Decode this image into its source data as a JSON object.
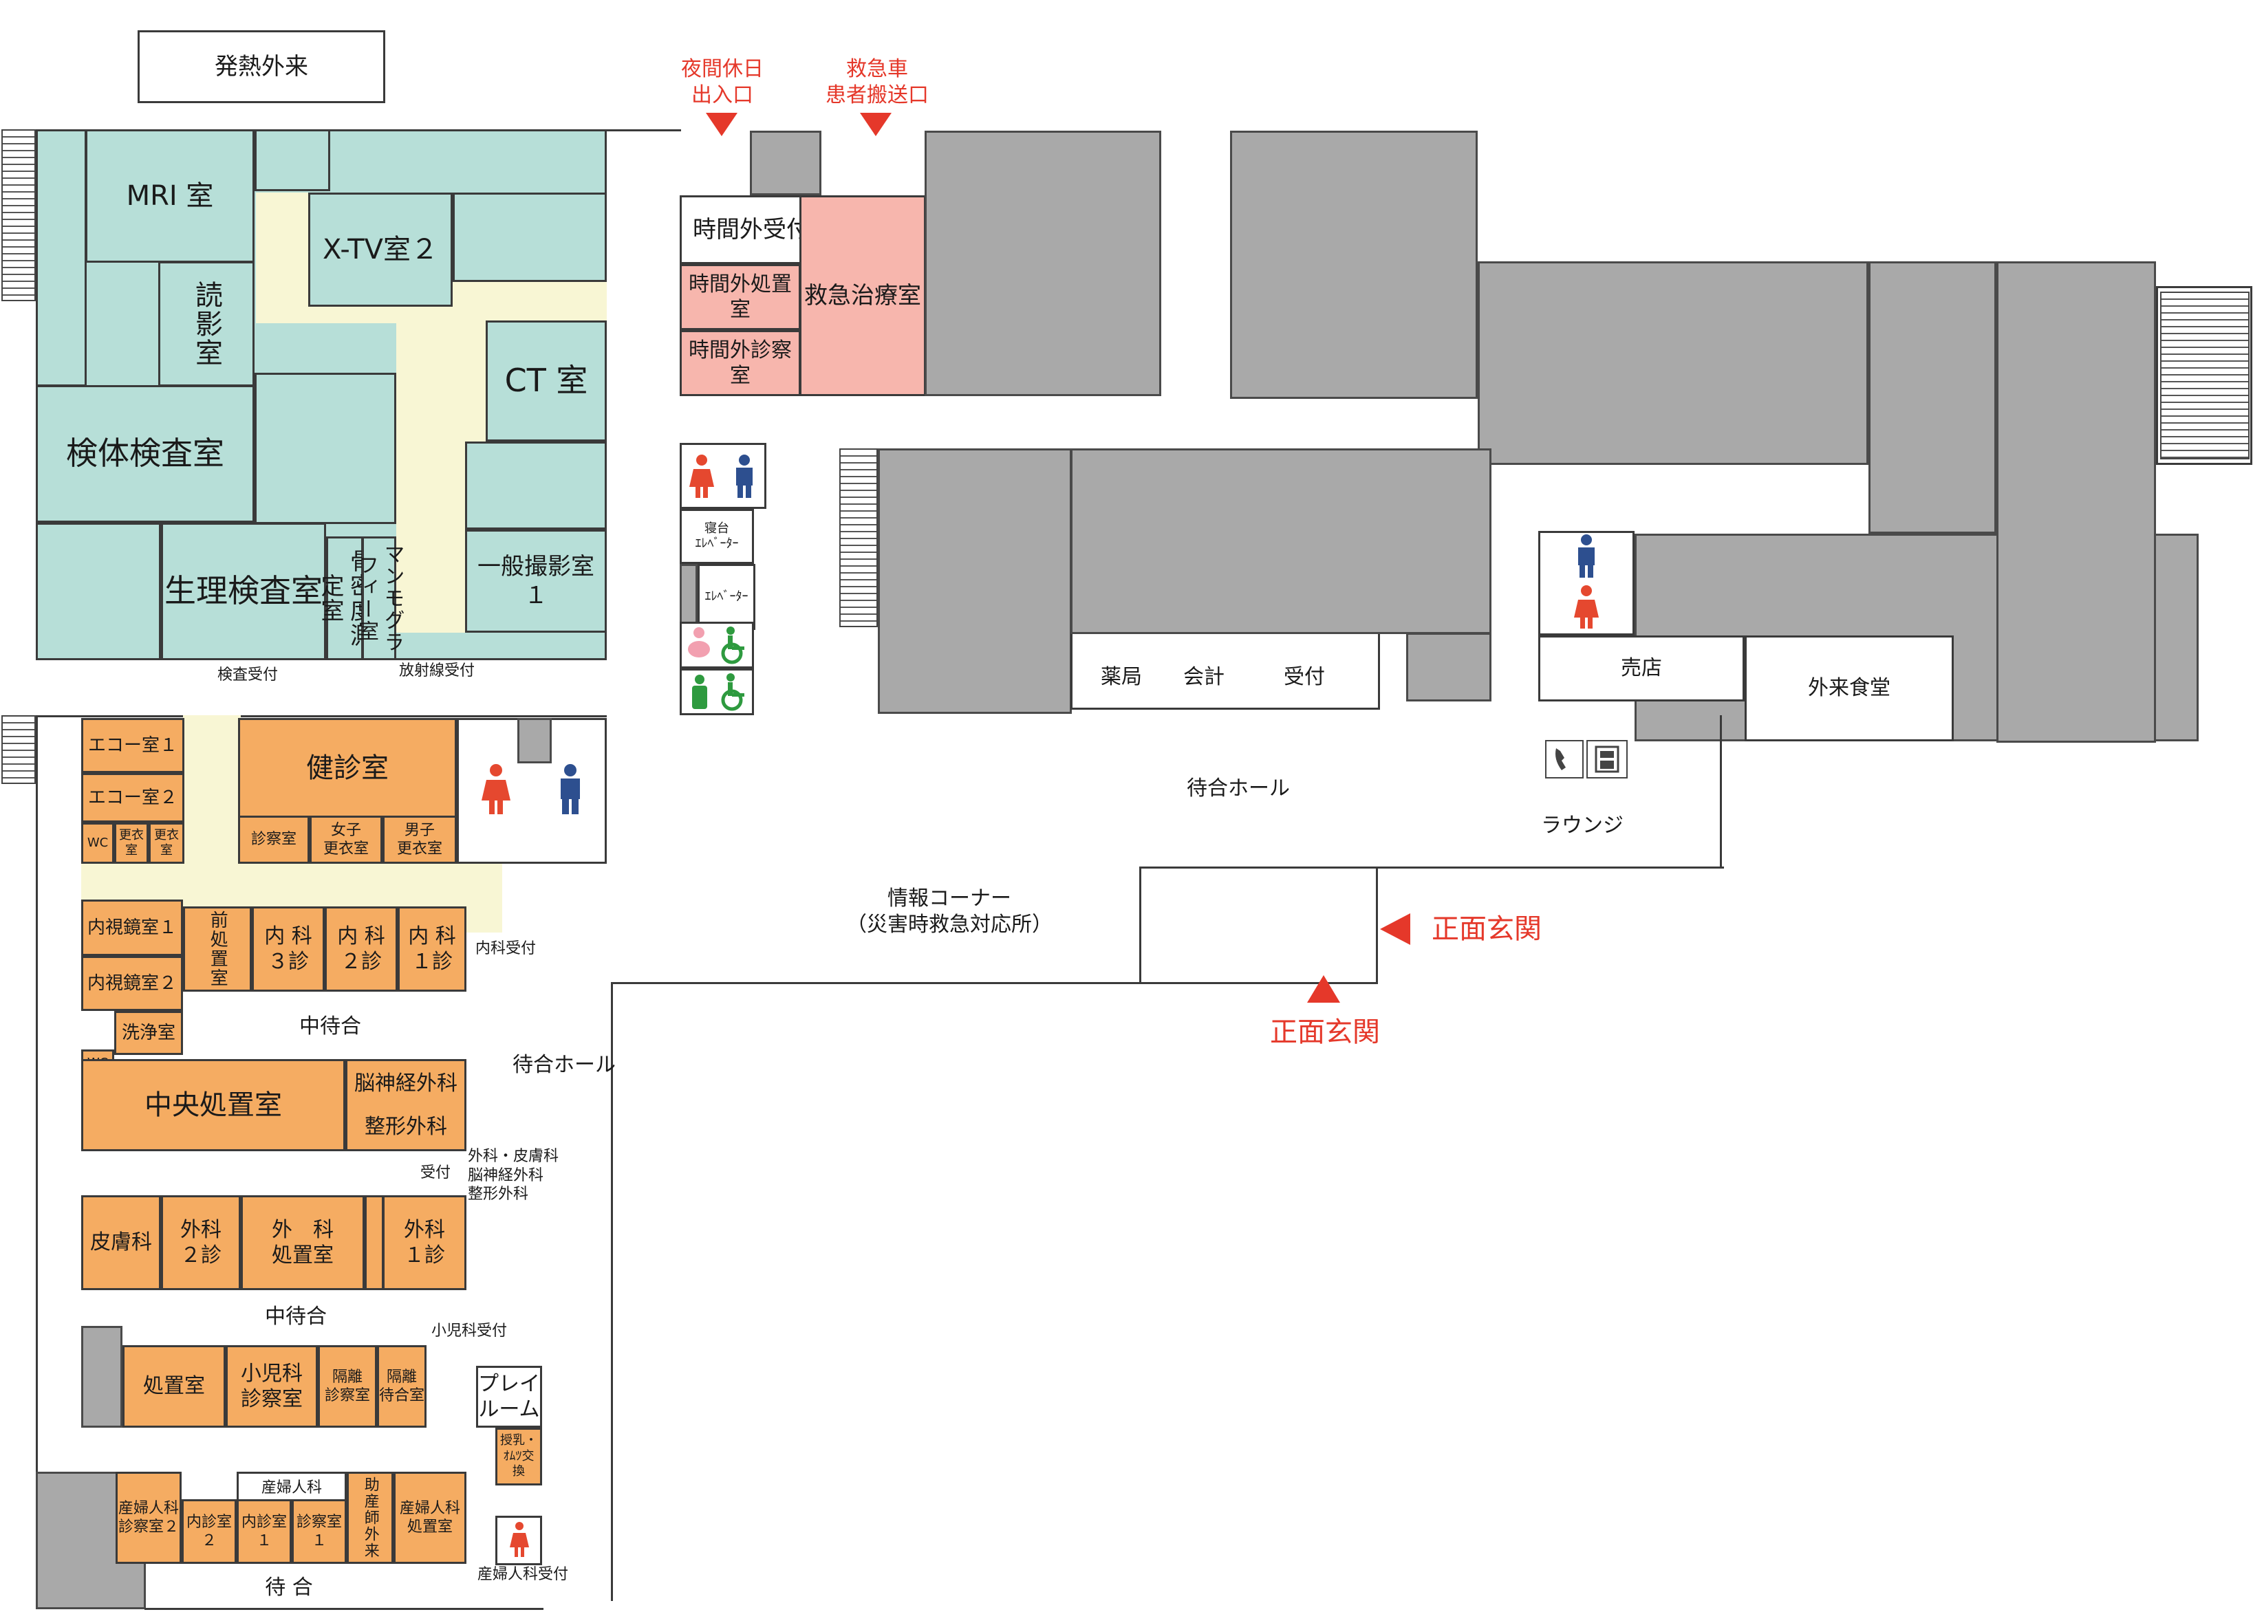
{
  "header": {
    "fever_outpatient": "発熱外来"
  },
  "entrances": {
    "night_holiday": "夜間休日\n出入口",
    "ambulance": "救急車\n患者搬送口",
    "main_right": "正面玄関",
    "main_bottom": "正面玄関"
  },
  "rooms": {
    "mri": "MRI 室",
    "reading": "読影室",
    "xtv2": "X-TV室２",
    "ct": "CT 室",
    "specimen": "検体検査室",
    "physio": "生理検査室",
    "bone": "骨密度測定室",
    "mammo": "マンモグラフィー室",
    "general_xray": "一般撮影室１",
    "exam_reception": "検査受付",
    "radiology_reception": "放射線受付",
    "after_hours_reception": "時間外受付",
    "after_hours_treatment": "時間外処置室",
    "after_hours_exam": "時間外診察室",
    "emergency": "救急治療室",
    "bed_elevator": "寝台\nｴﾚﾍﾞｰﾀｰ",
    "elevator": "ｴﾚﾍﾞｰﾀｰ",
    "pharmacy": "薬局",
    "cashier": "会計",
    "reception": "受付",
    "waiting_hall_main": "待合ホール",
    "shop": "売店",
    "cafeteria": "外来食堂",
    "lounge": "ラウンジ",
    "info_corner": "情報コーナー\n（災害時救急対応所）",
    "echo1": "エコー室１",
    "echo2": "エコー室２",
    "wc1": "WC",
    "changing_a": "更衣室",
    "changing_b": "更衣室",
    "health_check": "健診室",
    "exam_room": "診察室",
    "female_changing": "女子\n更衣室",
    "male_changing": "男子\n更衣室",
    "endoscopy1": "内視鏡室１",
    "endoscopy2": "内視鏡室２",
    "washing": "洗浄室",
    "wc2": "WC",
    "pre_treatment": "前処置室",
    "internal3": "内 科\n３診",
    "internal2": "内 科\n２診",
    "internal1": "内 科\n１診",
    "internal_reception": "内科受付",
    "inner_waiting1": "中待合",
    "waiting_hall_left": "待合ホール",
    "central_treatment": "中央処置室",
    "neurosurgery": "脳神経外科",
    "orthopedics": "整形外科",
    "surg_reception_label": "受付",
    "surg_reception_depts": "外科・皮膚科\n脳神経外科\n整形外科",
    "dermatology": "皮膚科",
    "surgery2": "外科\n２診",
    "surgery_treatment": "外　科\n処置室",
    "surgery1": "外科\n１診",
    "inner_waiting2": "中待合",
    "pediatric_reception": "小児科受付",
    "treatment": "処置室",
    "pediatric_exam": "小児科\n診察室",
    "isolation_exam": "隔離\n診察室",
    "isolation_waiting": "隔離\n待合室",
    "playroom": "プレイ\nルーム",
    "nursing": "授乳・\nｵﾑﾂ交換",
    "obgyn_exam2": "産婦人科\n診察室２",
    "inner_exam2": "内診室２",
    "inner_exam1": "内診室１",
    "obgyn_exam1": "診察室１",
    "obgyn_header": "産婦人科",
    "midwife": "助産師外来",
    "obgyn_treatment": "産婦人科\n処置室",
    "waiting_bottom": "待 合",
    "obgyn_reception": "産婦人科受付"
  },
  "colors": {
    "imaging": "#b7dfd8",
    "outpatient": "#f5ac62",
    "emergency": "#f7b6ad",
    "other_wards": "#a9a9a9",
    "corridor": "#f8f6d4",
    "entrance_red": "#e5382a",
    "female_icon": "#e5482f",
    "male_icon": "#2d4f8f",
    "accessible_icon": "#2e9a3f",
    "baby_icon": "#f2a0b0"
  },
  "icons": [
    "female-restroom-icon",
    "male-restroom-icon",
    "wheelchair-icon",
    "baby-care-icon",
    "telephone-icon",
    "atm-icon",
    "entrance-arrow-icon"
  ]
}
